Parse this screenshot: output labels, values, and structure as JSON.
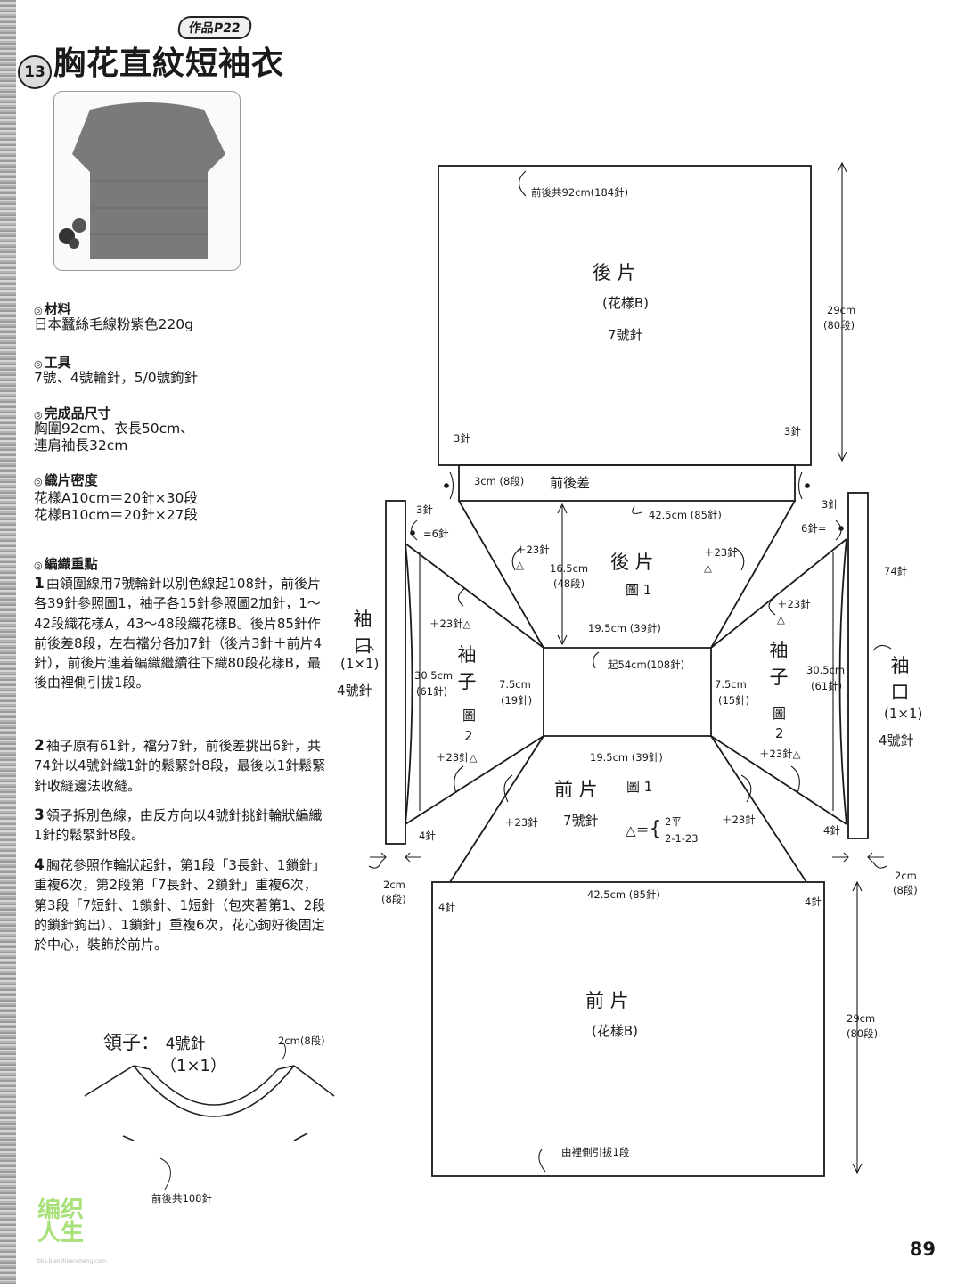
{
  "header": {
    "work_ref": "作品P22",
    "number": "13",
    "title": "胸花直紋短袖衣"
  },
  "materials": {
    "heading": "材料",
    "text": "日本蠶絲毛線粉紫色220g"
  },
  "tools": {
    "heading": "工具",
    "text": "7號、4號輪針，5/0號鉤針"
  },
  "size": {
    "heading": "完成品尺寸",
    "lines": [
      "胸圍92cm、衣長50cm、",
      "連肩袖長32cm"
    ]
  },
  "gauge": {
    "heading": "織片密度",
    "lines": [
      "花樣A10cm＝20針×30段",
      "花樣B10cm＝20針×27段"
    ]
  },
  "points": {
    "heading": "編織重點",
    "items": [
      {
        "num": "1",
        "text": "由領圍線用7號輪針以別色線起108針，前後片各39針參照圖1，袖子各15針參照圖2加針，1～42段織花樣A，43～48段織花樣B。後片85針作前後差8段，左右襠分各加7針（後片3針＋前片4針），前後片連着編織繼續往下織80段花樣B，最後由裡側引拔1段。"
      },
      {
        "num": "2",
        "text": "袖子原有61針，襠分7針，前後差挑出6針，共74針以4號針織1針的鬆緊針8段，最後以1針鬆緊針收縫邊法收縫。"
      },
      {
        "num": "3",
        "text": "領子拆別色線，由反方向以4號針挑針輪狀編織1針的鬆緊針8段。"
      },
      {
        "num": "4",
        "text": "胸花參照作輪狀起針，第1段「3長針、1鎖針」重複6次，第2段第「7長針、2鎖針」重複6次，第3段「7短針、1鎖針、1短針（包夾著第1、2段的鎖針鉤出）、1鎖針」重複6次，花心鉤好後固定於中心，裝飾於前片。"
      }
    ]
  },
  "collar": {
    "title": "領子：",
    "needle": "4號針",
    "rib": "（1×1）",
    "height": "2cm(8段)",
    "bottom": "前後共108針"
  },
  "diagram": {
    "back": {
      "top": "前後共92cm(184針)",
      "name": "後 片",
      "pattern": "(花樣B)",
      "needle": "7號針",
      "height": "29cm",
      "rows": "(80段)",
      "left_st": "3針",
      "right_st": "3針"
    },
    "diff": {
      "size": "3cm (8段)",
      "label": "前後差"
    },
    "yoke_back": {
      "width": "42.5cm (85針)",
      "plus_left": "＋23針",
      "plus_right": "＋23針",
      "name": "後 片",
      "fig": "圖 1",
      "height": "16.5cm",
      "rows": "(48段)"
    },
    "center": {
      "top": "19.5cm (39針)",
      "cast_on": "起54cm(108針)",
      "bottom": "19.5cm (39針)",
      "left_h": "7.5cm",
      "left_r": "(19針)",
      "right_h": "7.5cm",
      "right_r": "(15針)"
    },
    "sleeve_left": {
      "name": "袖子",
      "fig": "圖",
      "fig_no": "2",
      "height": "30.5cm",
      "rows": "(61針)",
      "plus_top": "＋23針",
      "plus_bottom": "＋23針",
      "st_top": "3針",
      "eq": "=6針",
      "st_bottom": "4針"
    },
    "sleeve_right": {
      "name": "袖子",
      "fig": "圖",
      "fig_no": "2",
      "height": "30.5cm",
      "rows": "(61針)",
      "plus_top": "＋23針",
      "plus_bottom": "＋23針",
      "st_top": "3針",
      "eq": "6針=",
      "st_bottom": "4針"
    },
    "cuff_left": {
      "name": "袖口",
      "rib": "(1×1)",
      "needle": "4號針",
      "width": "2cm",
      "rows": "(8段)"
    },
    "cuff_right": {
      "name": "袖口",
      "rib": "(1×1)",
      "needle": "4號針",
      "width": "2cm",
      "rows": "(8段)",
      "sts": "74針"
    },
    "yoke_front": {
      "name": "前 片",
      "fig": "圖 1",
      "needle": "7號針",
      "plus_left": "＋23針",
      "plus_right": "＋23針",
      "formula_lhs": "△＝",
      "formula_1": "2平",
      "formula_2": "2-1-23"
    },
    "front": {
      "top": "42.5cm (85針)",
      "left_st": "4針",
      "right_st": "4針",
      "name": "前 片",
      "pattern": "(花樣B)",
      "height": "29cm",
      "rows": "(80段)",
      "bottom": "由裡側引拔1段"
    }
  },
  "footer": {
    "page": "89",
    "watermark": "编织人生",
    "watermark_url": "bbs.bianzhirensheng.com"
  },
  "colors": {
    "ink": "#1a1a1a",
    "accent_watermark": "#a8e07a",
    "shirt_fill": "#7a7a7a"
  }
}
